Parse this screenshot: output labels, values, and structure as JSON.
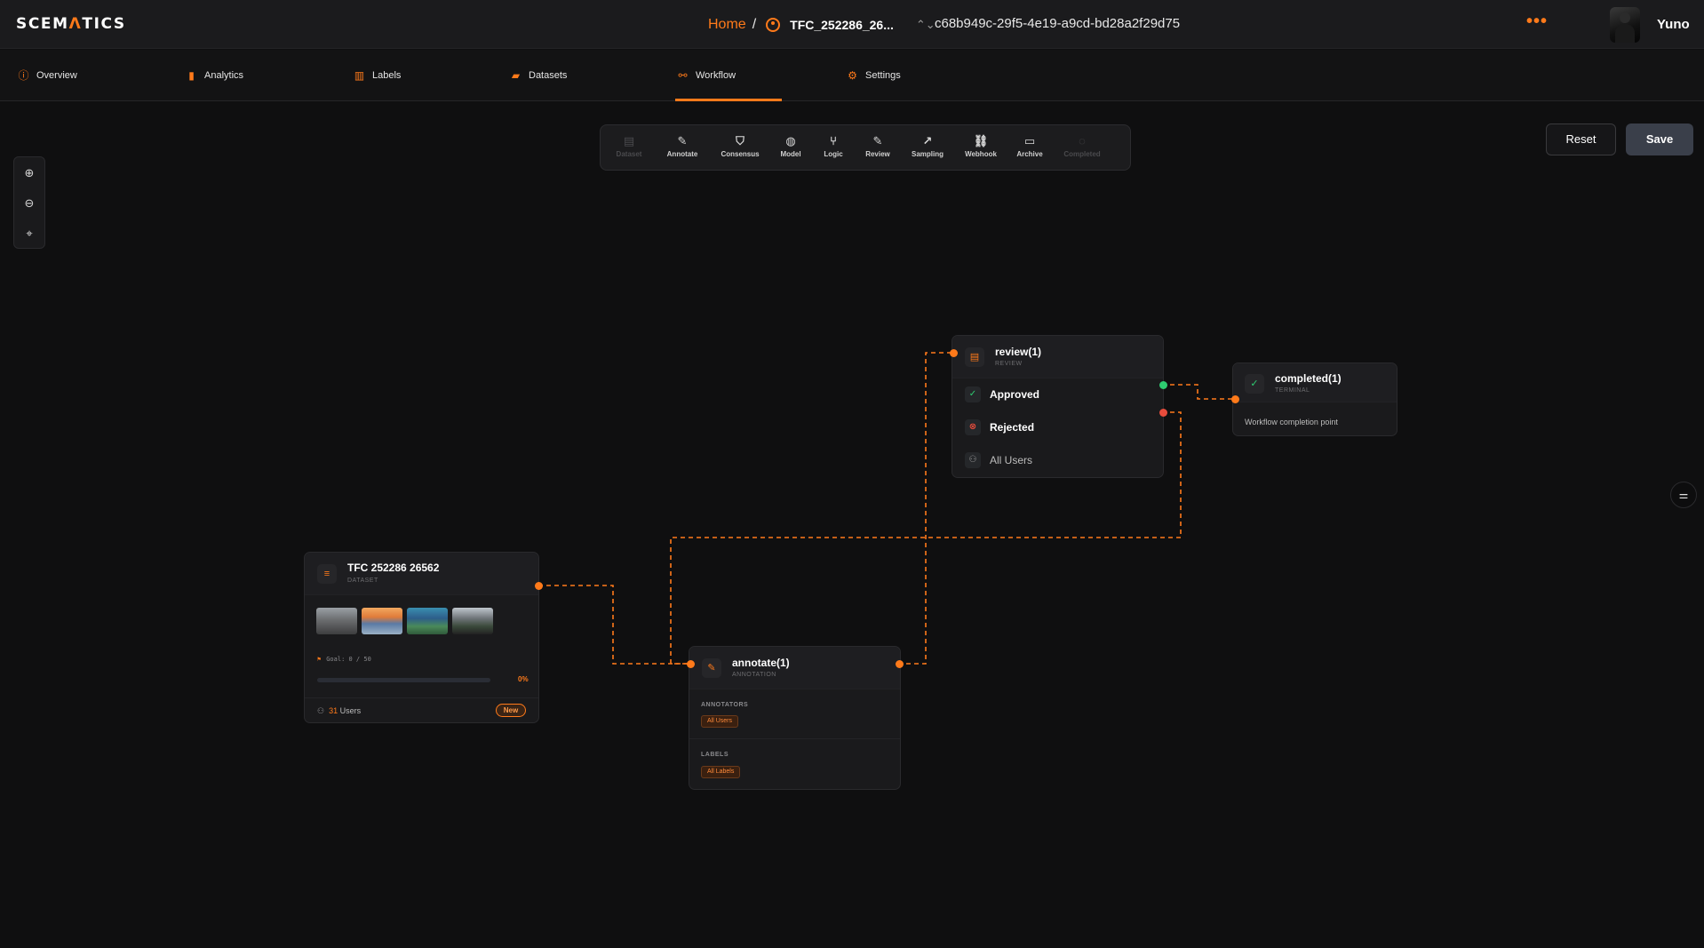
{
  "header": {
    "logo_pre": "SCEM",
    "logo_accent": "Λ",
    "logo_post": "TICS",
    "breadcrumb": {
      "home": "Home",
      "separator": "/",
      "project": "TFC_252286_26...",
      "chevron": "⌃⌄"
    },
    "run_id": "c68b949c-29f5-4e19-a9cd-bd28a2f29d75",
    "more": "•••",
    "user_name": "Yuno"
  },
  "tabs": [
    {
      "label": "Overview",
      "icon": "info-icon",
      "glyph": "ⓘ"
    },
    {
      "label": "Analytics",
      "icon": "bar-chart-icon",
      "glyph": "▮"
    },
    {
      "label": "Labels",
      "icon": "labels-icon",
      "glyph": "▥"
    },
    {
      "label": "Datasets",
      "icon": "datasets-icon",
      "glyph": "▰"
    },
    {
      "label": "Workflow",
      "icon": "workflow-icon",
      "glyph": "⚯",
      "active": true
    },
    {
      "label": "Settings",
      "icon": "gear-icon",
      "glyph": "⚙"
    }
  ],
  "toolbar": [
    {
      "label": "Dataset",
      "glyph": "▤",
      "disabled": true
    },
    {
      "label": "Annotate",
      "glyph": "✎"
    },
    {
      "label": "Consensus",
      "glyph": "⛉"
    },
    {
      "label": "Model",
      "glyph": "◍"
    },
    {
      "label": "Logic",
      "glyph": "⑂"
    },
    {
      "label": "Review",
      "glyph": "✎"
    },
    {
      "label": "Sampling",
      "glyph": "↗"
    },
    {
      "label": "Webhook",
      "glyph": "⛓"
    },
    {
      "label": "Archive",
      "glyph": "▭"
    },
    {
      "label": "Completed",
      "glyph": "◌",
      "disabled": true
    }
  ],
  "actions": {
    "reset": "Reset",
    "save": "Save"
  },
  "zoom": {
    "zoom_in": "⊕",
    "zoom_out": "⊖",
    "center": "⌖"
  },
  "side_toggle": "⚌",
  "nodes": {
    "dataset": {
      "title": "TFC 252286 26562",
      "subtitle": "DATASET",
      "goal": "Goal: 0 / 50",
      "progress": 0,
      "percent": "0%",
      "users_count": "31",
      "users_label": "Users",
      "badge": "New"
    },
    "annotate": {
      "title": "annotate(1)",
      "subtitle": "ANNOTATION",
      "annotators_label": "ANNOTATORS",
      "annotators_chip": "All Users",
      "labels_label": "LABELS",
      "labels_chip": "All Labels"
    },
    "review": {
      "title": "review(1)",
      "subtitle": "REVIEW",
      "approved": "Approved",
      "rejected": "Rejected",
      "all_users": "All Users"
    },
    "completed": {
      "title": "completed(1)",
      "subtitle": "TERMINAL",
      "description": "Workflow completion point"
    }
  },
  "colors": {
    "accent": "#ff7a1a",
    "approved": "#2ecc71",
    "rejected": "#e74c3c",
    "background": "#0f0f10"
  }
}
